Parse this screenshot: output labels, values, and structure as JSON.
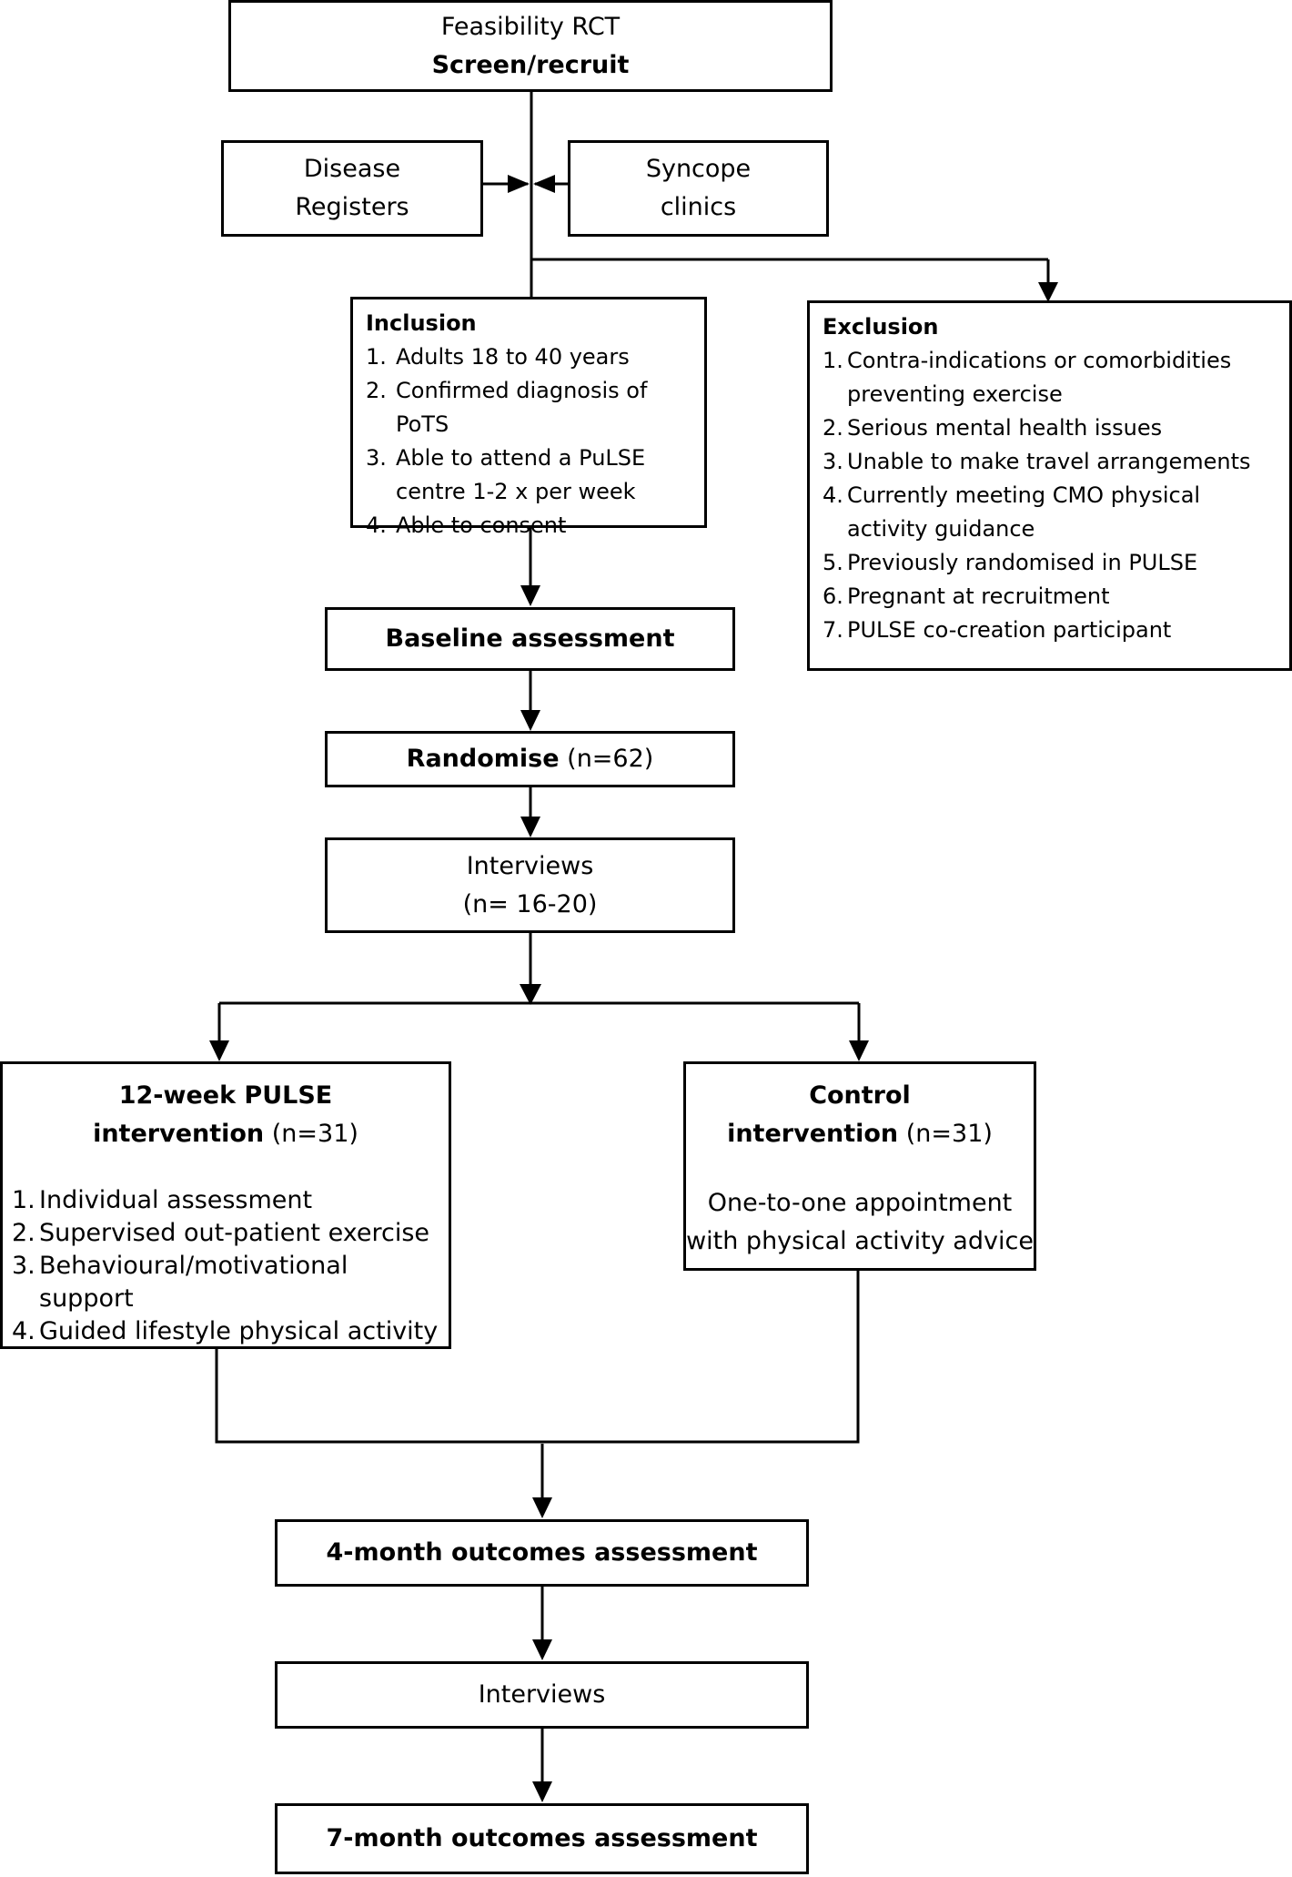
{
  "top": {
    "line1": "Feasibility RCT",
    "line2": "Screen/recruit"
  },
  "sources": {
    "left": {
      "line1": "Disease",
      "line2": "Registers"
    },
    "right": {
      "line1": "Syncope",
      "line2": "clinics"
    }
  },
  "inclusion": {
    "heading": "Inclusion",
    "items": [
      {
        "num": "1.",
        "text": "Adults 18 to 40 years"
      },
      {
        "num": "2.",
        "text": "Confirmed diagnosis of PoTS"
      },
      {
        "num": "3.",
        "text": "Able to attend a PuLSE centre 1-2 x per week"
      },
      {
        "num": "4.",
        "text": "Able to consent"
      }
    ]
  },
  "exclusion": {
    "heading": "Exclusion",
    "items": [
      {
        "num": "1.",
        "text": "Contra-indications or comorbidities preventing exercise"
      },
      {
        "num": "2.",
        "text": "Serious mental health issues"
      },
      {
        "num": "3.",
        "text": "Unable to make travel arrangements"
      },
      {
        "num": "4.",
        "text": "Currently meeting CMO physical activity guidance"
      },
      {
        "num": "5.",
        "text": "Previously randomised in PULSE"
      },
      {
        "num": "6.",
        "text": "Pregnant at recruitment"
      },
      {
        "num": "7.",
        "text": "PULSE co-creation participant"
      }
    ]
  },
  "baseline": "Baseline assessment",
  "randomise": {
    "bold": "Randomise",
    "count": "(n=62)"
  },
  "interviews1": {
    "line1": "Interviews",
    "line2": "(n= 16-20)"
  },
  "pulse_arm": {
    "title_line1": "12-week PULSE",
    "title_bold2": "intervention",
    "count": "(n=31)",
    "items": [
      {
        "num": "1.",
        "text": "Individual assessment"
      },
      {
        "num": "2.",
        "text": "Supervised out-patient exercise"
      },
      {
        "num": "3.",
        "text": "Behavioural/motivational support"
      },
      {
        "num": "4.",
        "text": "Guided lifestyle physical activity"
      }
    ]
  },
  "control_arm": {
    "title_line1": "Control",
    "title_bold2": "intervention",
    "count": "(n=31)",
    "body_line1": "One-to-one appointment",
    "body_line2": "with physical activity advice"
  },
  "outcome4": "4-month outcomes assessment",
  "interviews2": "Interviews",
  "outcome7": "7-month outcomes assessment"
}
